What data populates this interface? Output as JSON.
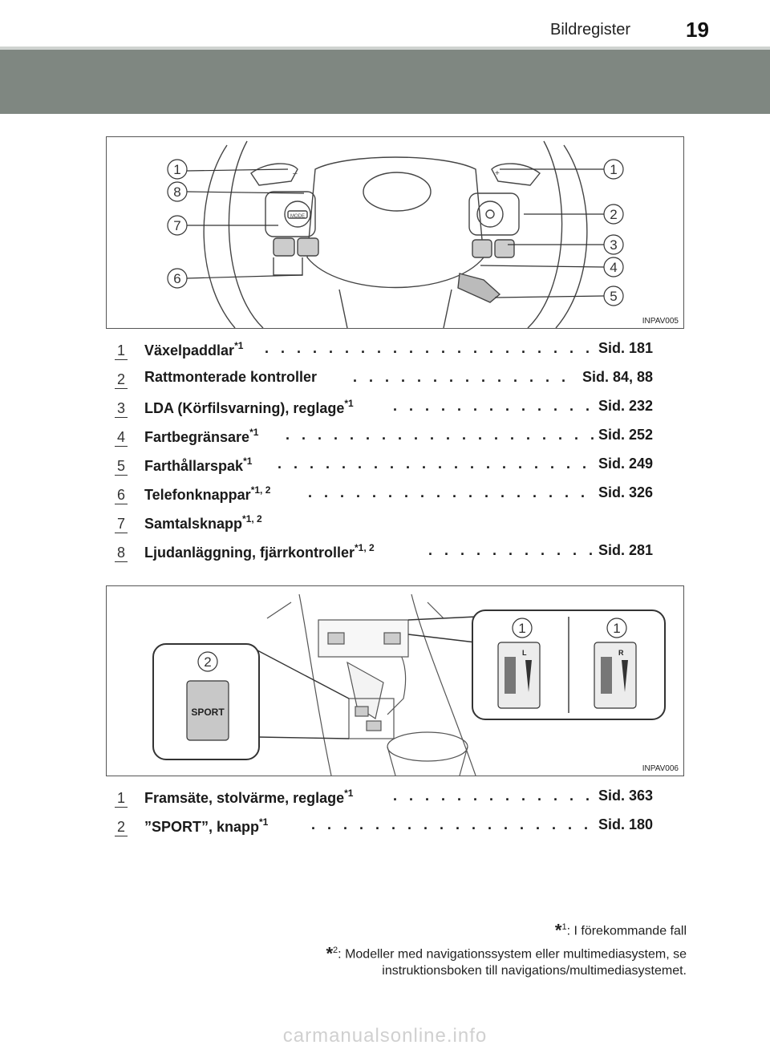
{
  "header": {
    "section_title": "Bildregister",
    "page_number": "19"
  },
  "figures": {
    "steering": {
      "code": "INPAV005",
      "callouts": [
        "1",
        "8",
        "7",
        "6",
        "1",
        "2",
        "3",
        "4",
        "5"
      ]
    },
    "console": {
      "code": "INPAV006",
      "callouts": [
        "2",
        "1",
        "1"
      ],
      "sport_button_text": "SPORT",
      "heater_letters": [
        "L",
        "R"
      ]
    }
  },
  "list1": [
    {
      "num": "1",
      "label": "Växelpaddlar",
      "sup": "*1",
      "ref": "Sid. 181"
    },
    {
      "num": "2",
      "label": "Rattmonterade kontroller",
      "sup": "",
      "ref": "Sid. 84, 88"
    },
    {
      "num": "3",
      "label": "LDA (Körfilsvarning), reglage",
      "sup": "*1",
      "ref": "Sid. 232"
    },
    {
      "num": "4",
      "label": "Fartbegränsare",
      "sup": "*1",
      "ref": "Sid. 252"
    },
    {
      "num": "5",
      "label": "Farthållarspak",
      "sup": "*1",
      "ref": "Sid. 249"
    },
    {
      "num": "6",
      "label": "Telefonknappar",
      "sup": "*1, 2",
      "ref": "Sid. 326"
    },
    {
      "num": "7",
      "label": "Samtalsknapp",
      "sup": "*1, 2",
      "ref": ""
    },
    {
      "num": "8",
      "label": "Ljudanläggning, fjärrkontroller",
      "sup": "*1, 2",
      "ref": "Sid. 281"
    }
  ],
  "list2": [
    {
      "num": "1",
      "label": "Framsäte, stolvärme, reglage",
      "sup": "*1",
      "ref": "Sid. 363"
    },
    {
      "num": "2",
      "label": "”SPORT”, knapp",
      "sup": "*1",
      "ref": "Sid. 180"
    }
  ],
  "footnotes": [
    {
      "marker": "*",
      "sup": "1",
      "text": ": I förekommande fall"
    },
    {
      "marker": "*",
      "sup": "2",
      "text": ": Modeller med navigationssystem eller multimediasystem, se instruktionsboken till navigations/multimediasystemet."
    }
  ],
  "watermark": "carmanualsonline.info",
  "colors": {
    "band": "#7f8781",
    "line": "#333333"
  }
}
